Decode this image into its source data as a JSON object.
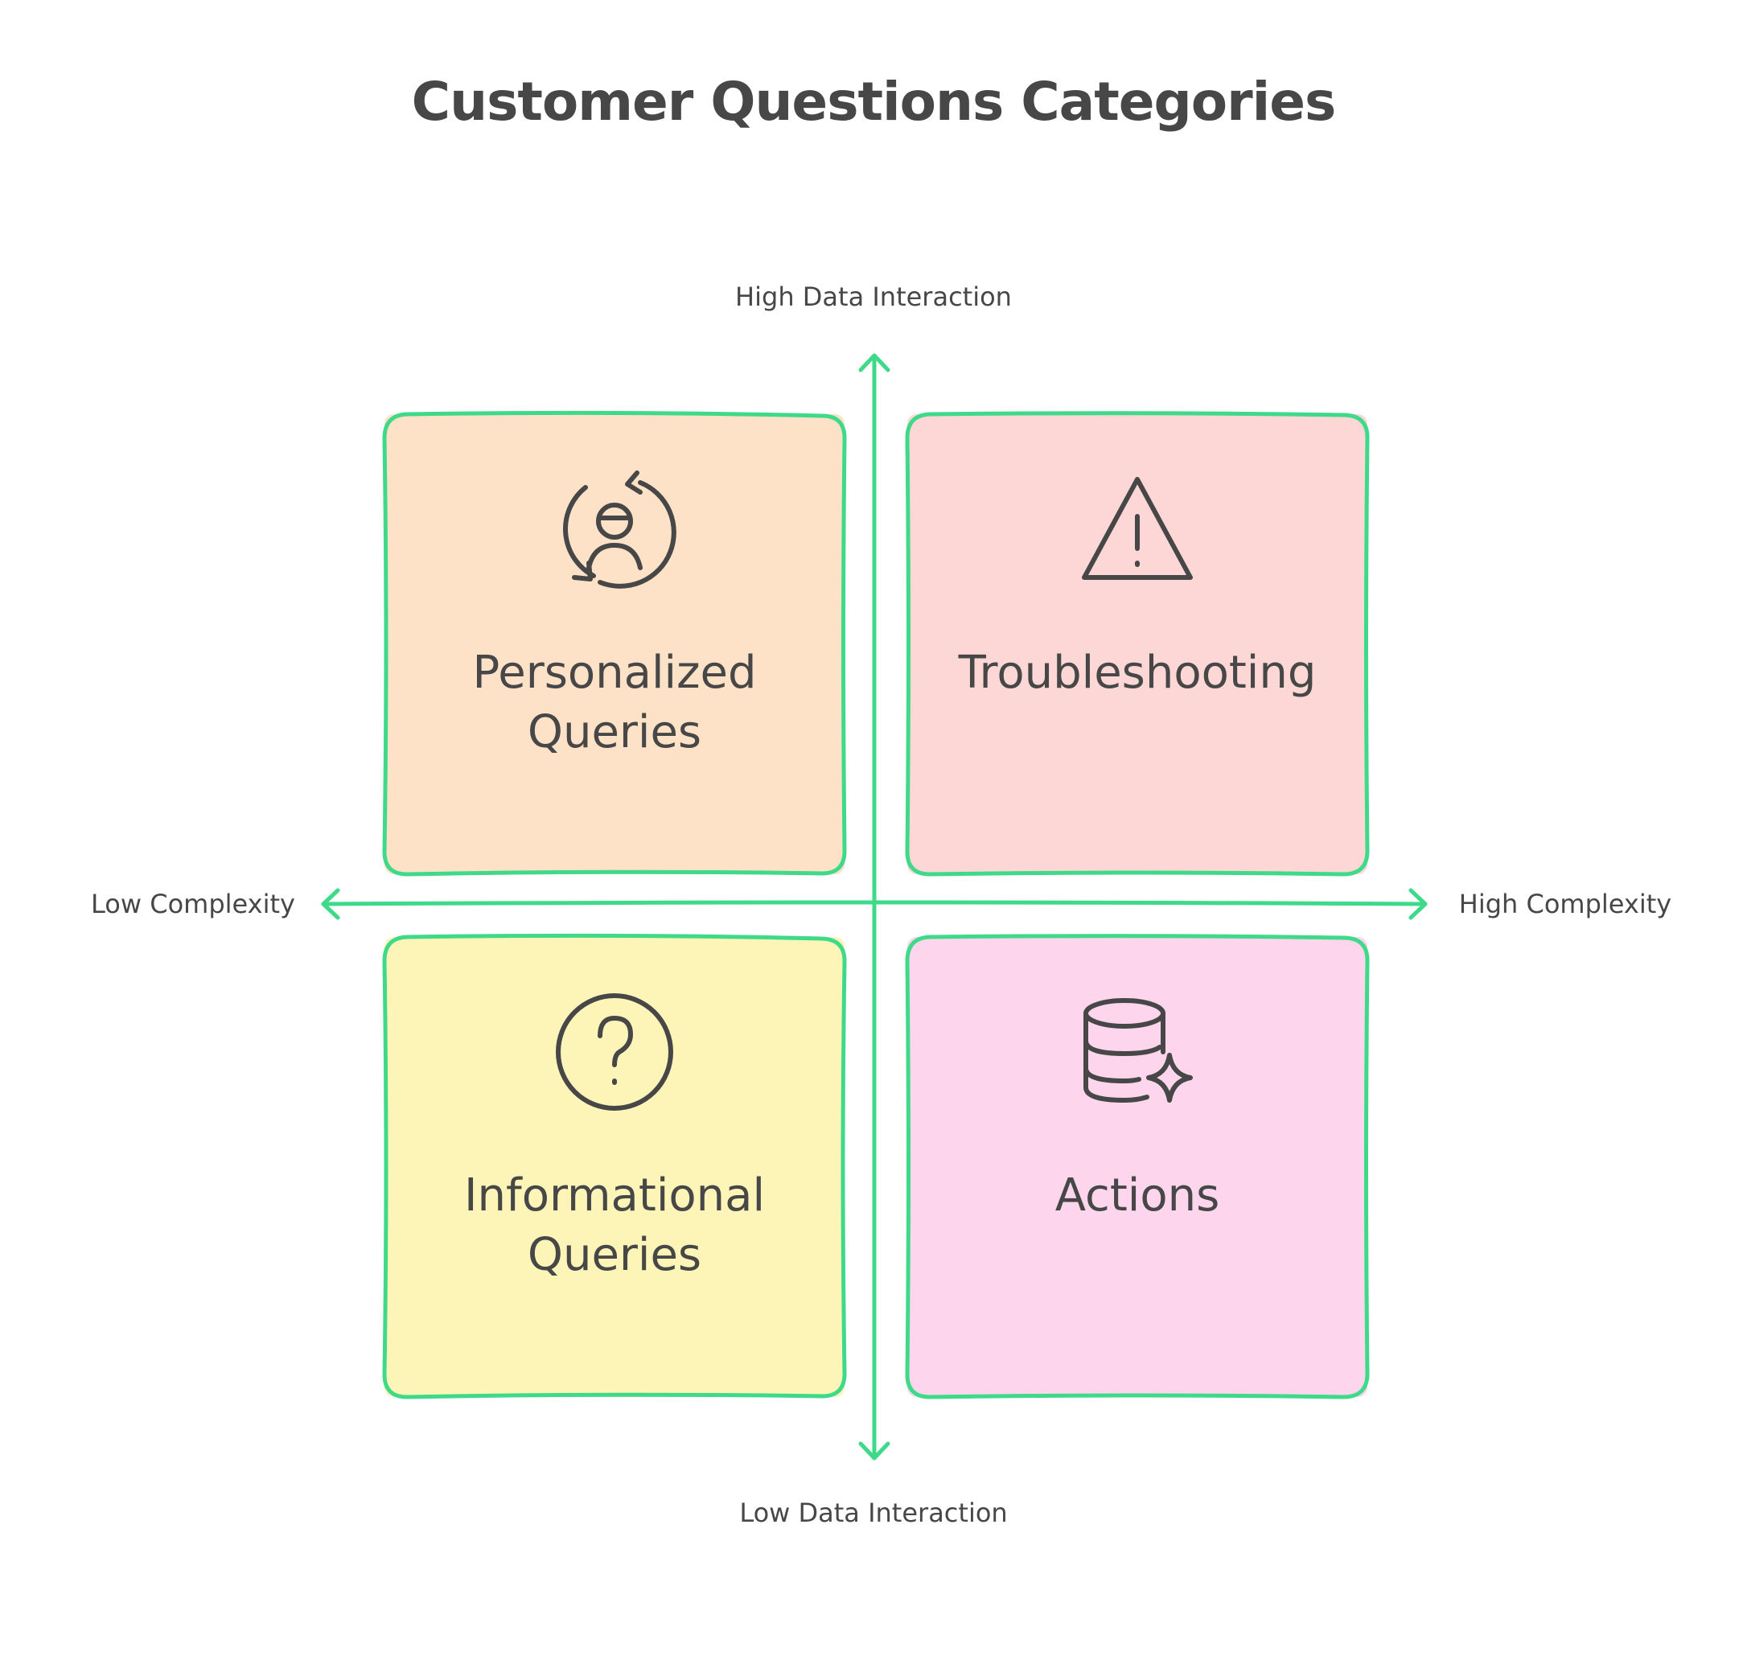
{
  "title": "Customer Questions Categories",
  "axes": {
    "y_top": "High Data Interaction",
    "y_bottom": "Low Data Interaction",
    "x_left": "Low Complexity",
    "x_right": "High Complexity"
  },
  "quadrants": {
    "top_left": {
      "label": "Personalized\nQueries",
      "icon": "user-refresh-icon",
      "fill": "#fde2c7"
    },
    "top_right": {
      "label": "Troubleshooting",
      "icon": "warning-triangle-icon",
      "fill": "#fdd7d5"
    },
    "bottom_left": {
      "label": "Informational\nQueries",
      "icon": "question-circle-icon",
      "fill": "#fdf5b8"
    },
    "bottom_right": {
      "label": "Actions",
      "icon": "database-sparkle-icon",
      "fill": "#fdd6ee"
    }
  },
  "colors": {
    "axis": "#3fd98a",
    "border": "#3fd98a",
    "text": "#474747"
  }
}
